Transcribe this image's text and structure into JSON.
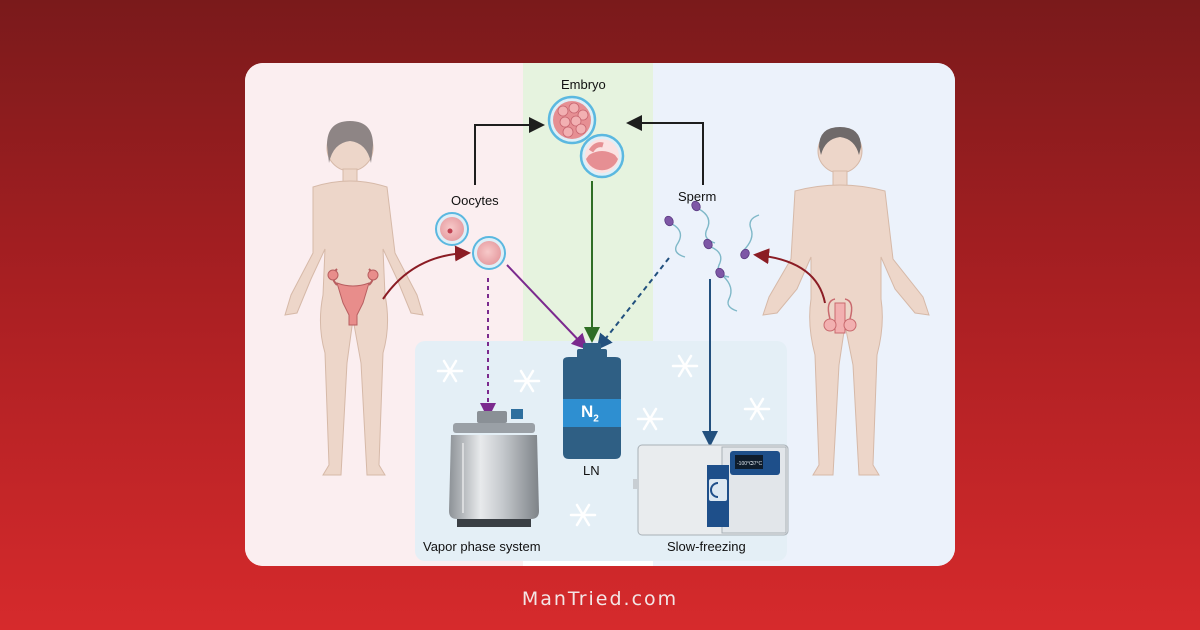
{
  "diagram": {
    "labels": {
      "embryo": "Embryo",
      "oocytes": "Oocytes",
      "sperm": "Sperm",
      "nitrogen": "N",
      "nitrogen_subscript": "2",
      "ln": "LN",
      "vapor_phase": "Vapor phase system",
      "slow_freezing": "Slow-freezing",
      "display_left": "-100°C",
      "display_right": "37°C"
    },
    "colors": {
      "female_panel": "#fbeef0",
      "male_panel": "#ecf2fb",
      "embryo_panel": "#e6f3df",
      "storage_panel": "#e4eff6",
      "arrow_female": "#7b2a8e",
      "arrow_embryo": "#2f6e25",
      "arrow_male": "#22507e",
      "arrow_source": "#8b1c24",
      "arrow_dark": "#1e1e1e",
      "dewar": "#2f5f84",
      "dewar_band": "#2e8fd1"
    }
  },
  "footer": {
    "text": "ManTried.com"
  }
}
